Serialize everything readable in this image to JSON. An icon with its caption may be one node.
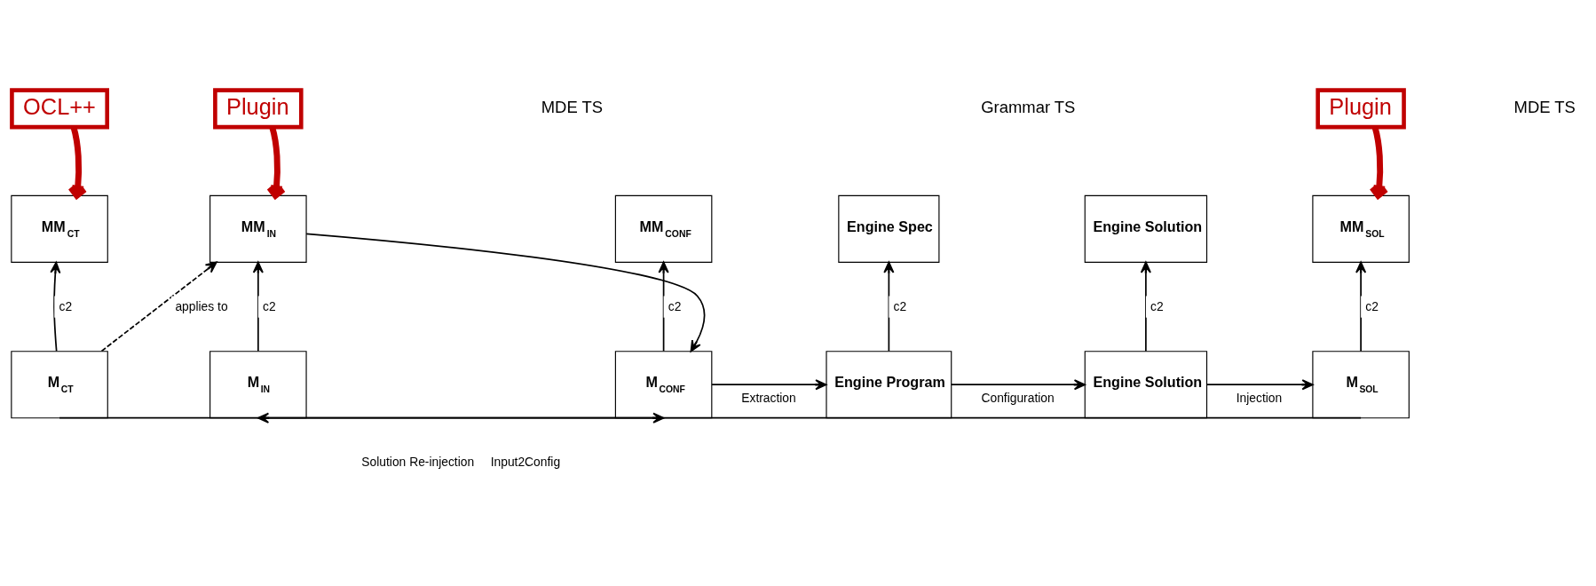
{
  "diagram": {
    "nodes": [
      {
        "text": [
          "OCL++"
        ]
      },
      {
        "text": [
          "Plugin"
        ]
      },
      {
        "text": [
          "Plugin"
        ]
      },
      {
        "text": [
          "MM$_{CT}$"
        ]
      },
      {
        "text": [
          "MM$_{IN}$"
        ]
      },
      {
        "text": [
          "MM$_{CONF}$"
        ]
      },
      {
        "text": [
          "Engine Spec"
        ]
      },
      {
        "text": [
          "Engine Solution"
        ]
      },
      {
        "text": [
          "MM$_{SOL}$"
        ]
      },
      {
        "text": [
          "M$_{CT}$"
        ]
      },
      {
        "text": [
          "M$_{IN}$"
        ]
      },
      {
        "text": [
          "M$_{CONF}$"
        ]
      },
      {
        "text": [
          "Engine Program"
        ]
      },
      {
        "text": [
          "Engine Solution"
        ]
      },
      {
        "text": [
          "M$_{SOL}$"
        ]
      }
    ],
    "edges": [
      {
        "from": 0,
        "to": 3,
        "arrow": "to",
        "style": "thick",
        "color": "#c00000"
      },
      {
        "from": 1,
        "to": 4,
        "arrow": "to",
        "style": "thick",
        "color": "#c00000"
      },
      {
        "from": 2,
        "to": 8,
        "arrow": "to",
        "style": "thick",
        "color": "#c00000"
      },
      {
        "from": 9,
        "to": 3,
        "arrow": "to",
        "label": "c2"
      },
      {
        "from": 10,
        "to": 4,
        "arrow": "to",
        "label": "c2"
      },
      {
        "from": 11,
        "to": 5,
        "arrow": "to",
        "label": "c2"
      },
      {
        "from": 12,
        "to": 6,
        "arrow": "to",
        "label": "c2"
      },
      {
        "from": 13,
        "to": 7,
        "arrow": "to",
        "label": "c2"
      },
      {
        "from": 14,
        "to": 8,
        "arrow": "to",
        "label": "c2"
      },
      {
        "from": 9,
        "to": 4,
        "arrow": "to",
        "label": "applies to",
        "style": "dashed"
      },
      {
        "from": 9,
        "to": 11,
        "arrow": "to",
        "label": "Input2Config"
      },
      {
        "from": 4,
        "to": 11,
        "arrow": "to"
      },
      {
        "from": 11,
        "to": 12,
        "arrow": "to",
        "label": "Extraction"
      },
      {
        "from": 12,
        "to": 13,
        "arrow": "to",
        "label": "Configuration"
      },
      {
        "from": 13,
        "to": 14,
        "arrow": "to",
        "label": "Injection"
      },
      {
        "from": 14,
        "to": 10,
        "arrow": "to",
        "label": "Solution Re-injection"
      }
    ],
    "labels": [
      "MDE TS",
      "Grammar TS",
      "MDE TS"
    ]
  }
}
